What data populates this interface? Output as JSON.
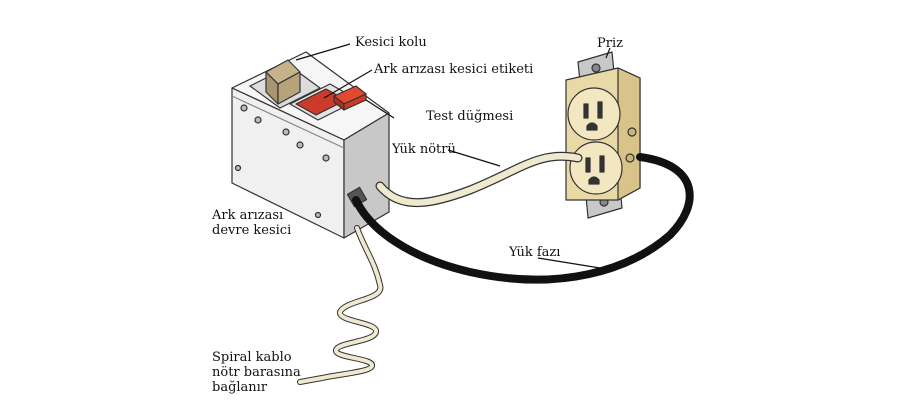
{
  "labels": {
    "breaker_handle": "Kesici kolu",
    "afci_label": "Ark arızası kesici etiketi",
    "test_button": "Test düğmesi",
    "load_neutral": "Yük nötrü",
    "receptacle": "Priz",
    "afci_breaker_line1": "Ark arızası",
    "afci_breaker_line2": "devre kesici",
    "load_hot": "Yük fazı",
    "pigtail_line1": "Spiral kablo",
    "pigtail_line2": "nötr barasına",
    "pigtail_line3": "bağlanır"
  },
  "colors": {
    "neutral_wire": "#efe9cf",
    "hot_wire": "#111111",
    "receptacle_body": "#e8d9a6",
    "breaker_body": "#f2f2f2",
    "test_button": "#d93a1e"
  }
}
